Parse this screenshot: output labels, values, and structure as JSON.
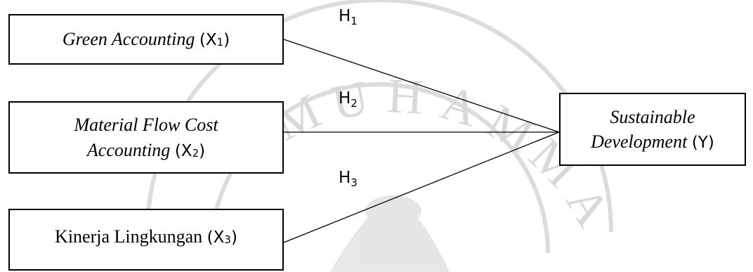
{
  "diagram": {
    "nodes": {
      "x1": {
        "label_italic": "Green Accounting",
        "var": "X",
        "sub": "1"
      },
      "x2": {
        "line1_italic": "Material Flow Cost",
        "line2_italic": "Accounting",
        "var": "X",
        "sub": "2"
      },
      "x3": {
        "label": "Kinerja Lingkungan",
        "var": "X",
        "sub": "3"
      },
      "y": {
        "line1_italic": "Sustainable",
        "line2_italic": "Development",
        "var": "Y"
      }
    },
    "hypotheses": [
      {
        "label": "H",
        "sub": "1",
        "from": "x1",
        "to": "y"
      },
      {
        "label": "H",
        "sub": "2",
        "from": "x2",
        "to": "y"
      },
      {
        "label": "H",
        "sub": "3",
        "from": "x3",
        "to": "y"
      }
    ],
    "watermark": {
      "text": "MUHAMMA",
      "color": "#d9d9d9"
    }
  }
}
